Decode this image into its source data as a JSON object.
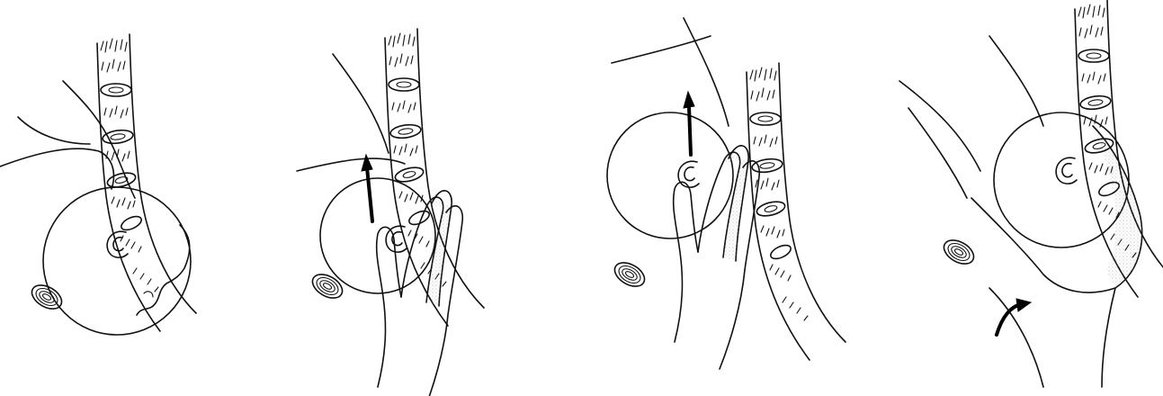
{
  "figure": {
    "panels": [
      {
        "id": "panel-1",
        "elements": [
          "spine",
          "sacrum",
          "fetal-head",
          "ear",
          "face",
          "shoulder",
          "pubic-symphysis"
        ]
      },
      {
        "id": "panel-2",
        "elements": [
          "spine",
          "sacrum",
          "fetal-head",
          "ear",
          "shoulder",
          "pubic-symphysis",
          "hand",
          "upward-arrow"
        ]
      },
      {
        "id": "panel-3",
        "elements": [
          "spine",
          "sacrum",
          "fetal-head",
          "ear",
          "shoulder",
          "pubic-symphysis",
          "hand",
          "upward-arrow"
        ]
      },
      {
        "id": "panel-4",
        "elements": [
          "spine",
          "sacrum",
          "fetal-head",
          "ear",
          "shoulder",
          "pubic-symphysis",
          "hand",
          "rotation-arrow"
        ]
      }
    ],
    "colors": {
      "ink": "#111111",
      "background": "#ffffff",
      "stipple": "#888888"
    }
  }
}
